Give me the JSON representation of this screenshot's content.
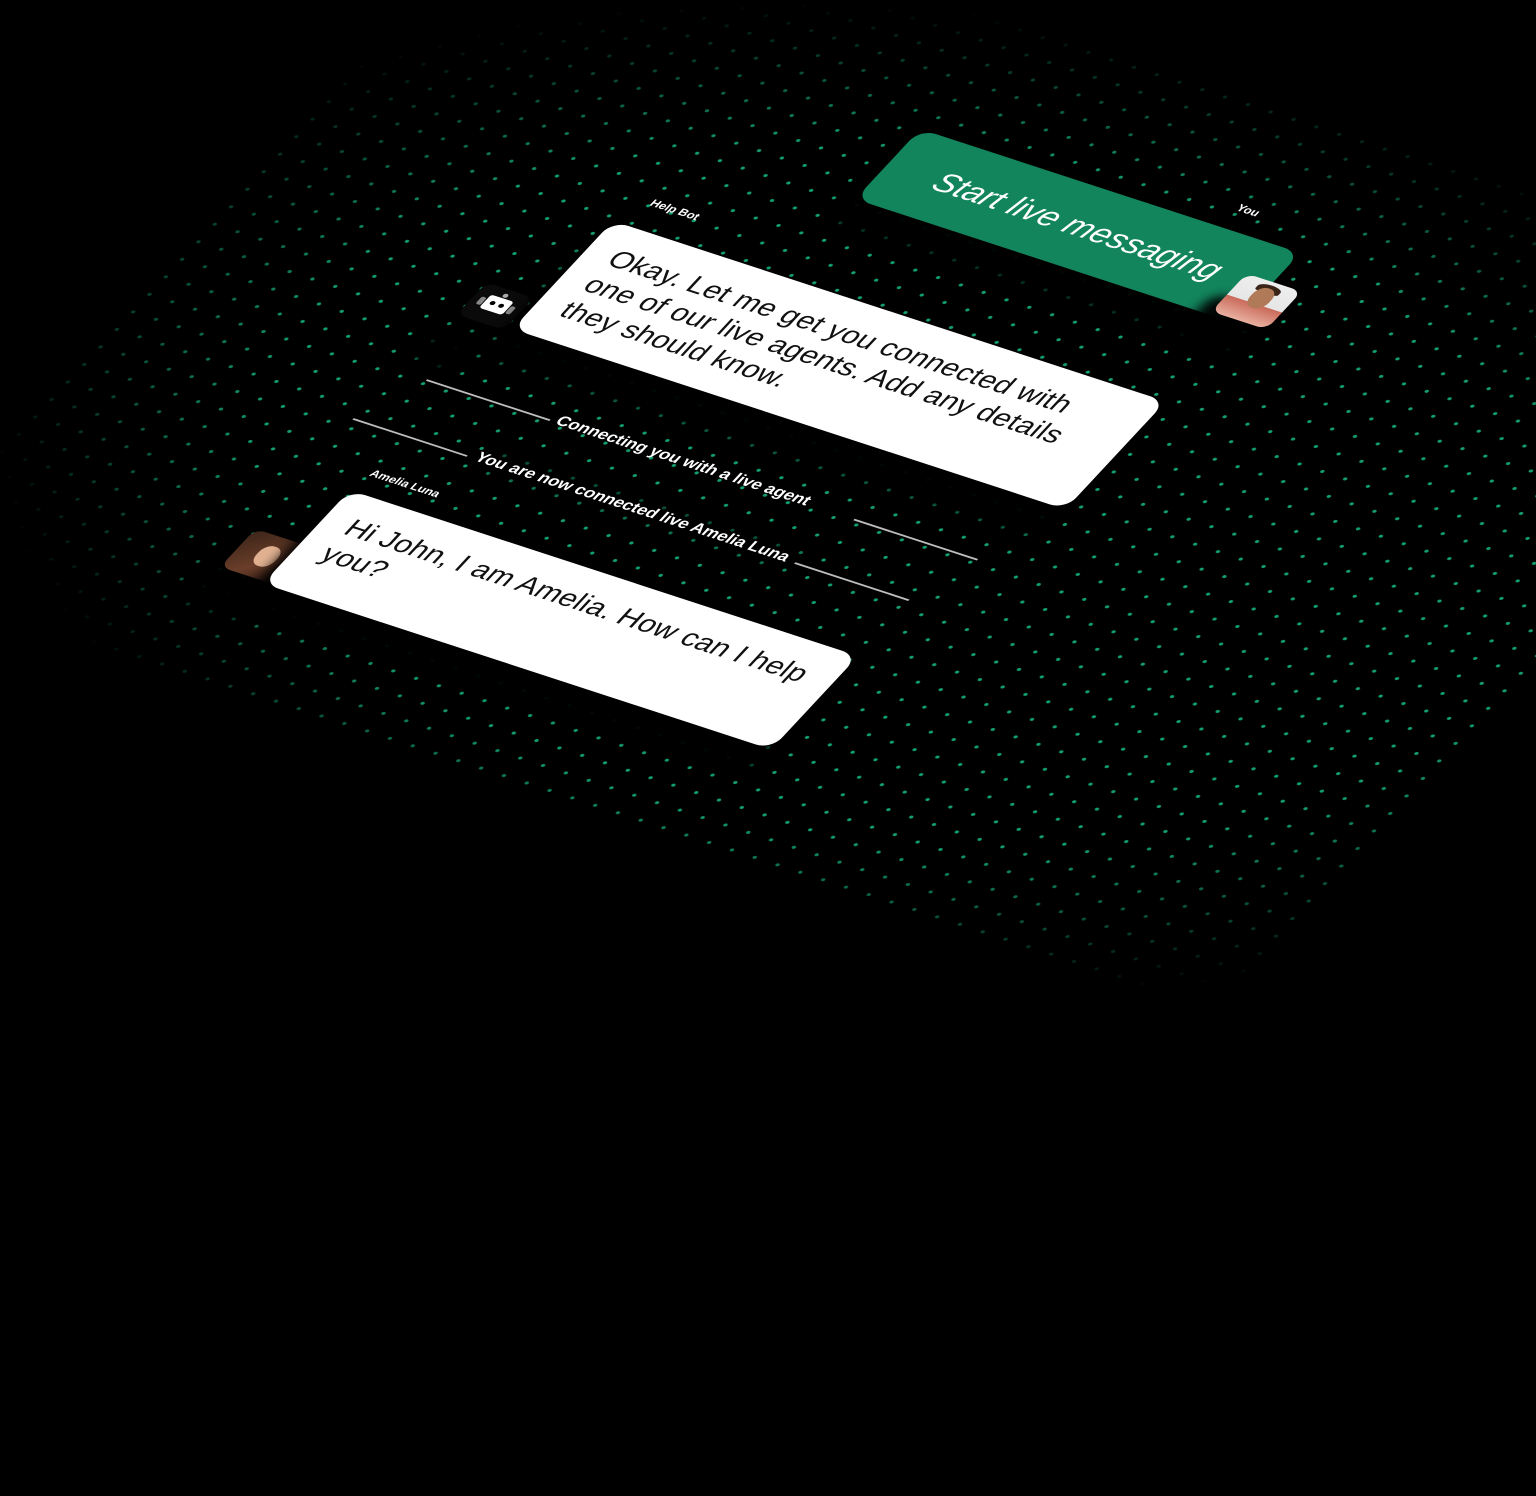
{
  "scene": {
    "background_color": "#000000",
    "dot_color": "#13a070",
    "accent_color": "#12855d"
  },
  "user": {
    "label": "You",
    "avatar": "user-avatar-photo",
    "message": "Start live messaging"
  },
  "bot": {
    "label": "Help Bot",
    "icon": "robot-icon",
    "message": "Okay. Let me get you connected with one of our live agents. Add any details they should know."
  },
  "system_messages": [
    "Connecting you with a live agent",
    "You are now connected live Amelia Luna"
  ],
  "agent": {
    "label": "Amelia Luna",
    "avatar": "agent-avatar-photo",
    "message": "Hi John, I am Amelia. How can I help you?"
  }
}
